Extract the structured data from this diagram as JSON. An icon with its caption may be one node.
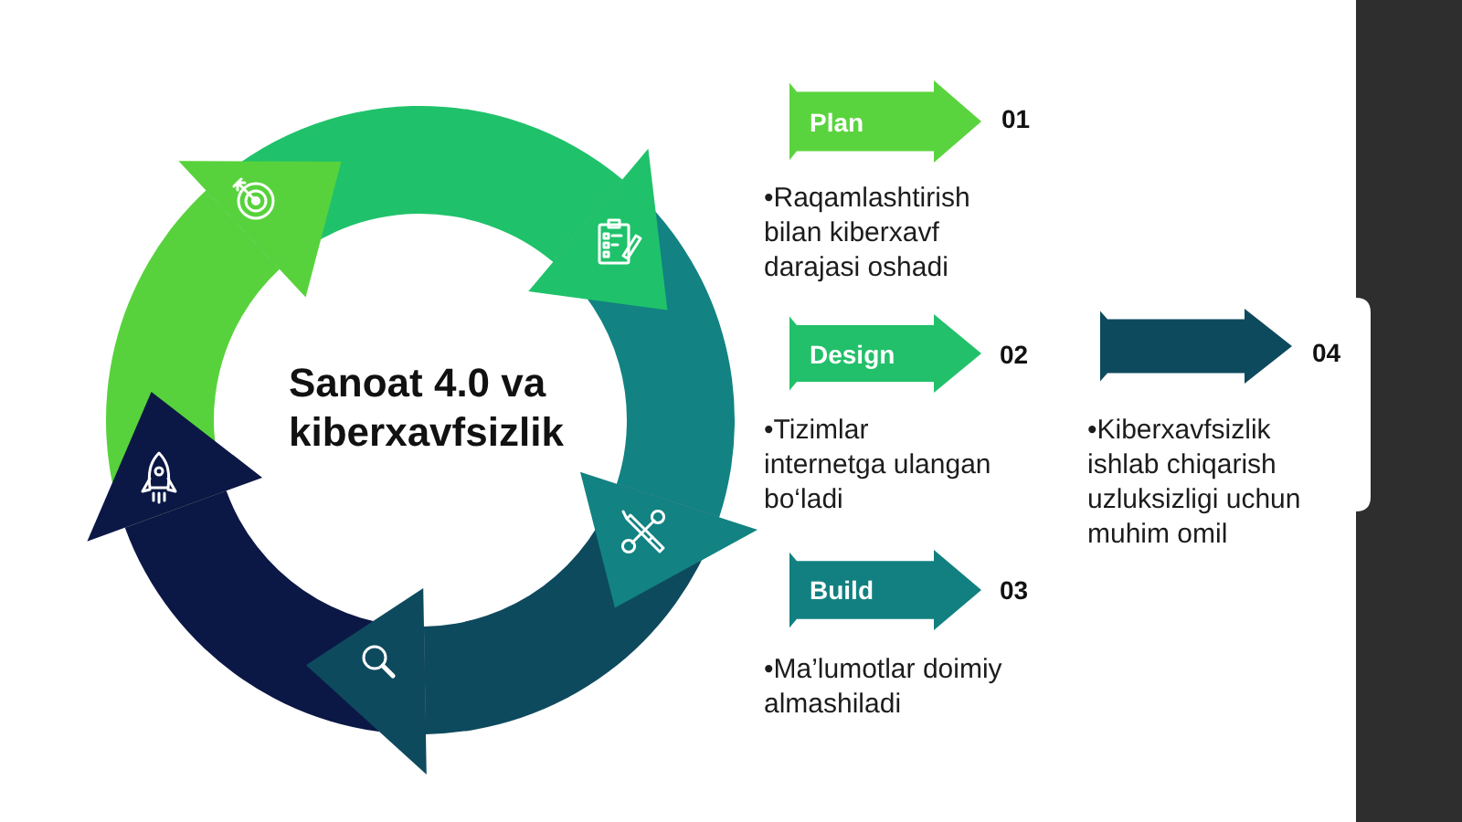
{
  "diagram": {
    "title": "Sanoat 4.0 va kiberxavfsizlik",
    "nodes": [
      {
        "text": [
          "Plan"
        ],
        "beside": [
          "01",
          "•Raqamlashtirish bilan kiberxavf darajasi oshadi"
        ]
      },
      {
        "text": [
          "Design"
        ],
        "beside": [
          "02",
          "•Tizimlar internetga ulangan bo‘ladi"
        ]
      },
      {
        "text": [
          "Build"
        ],
        "beside": [
          "03",
          "•Ma’lumotlar doimiy almashiladi"
        ]
      },
      {
        "text": [],
        "shape": "arrow",
        "beside": [
          "04",
          "•Kiberxavfsizlik ishlab chiqarish uzluksizligi uchun muhim omil"
        ]
      }
    ]
  }
}
